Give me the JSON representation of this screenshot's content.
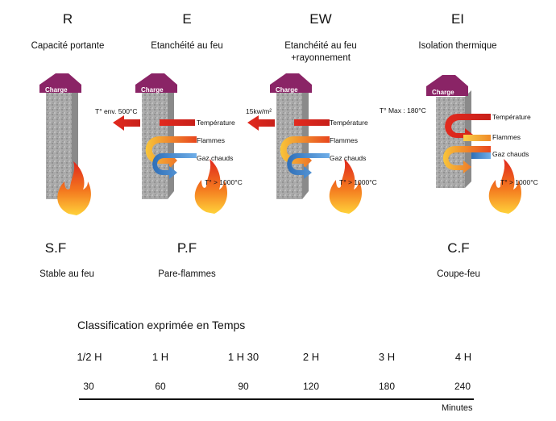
{
  "columns": [
    {
      "code": "R",
      "subtitle": "Capacité portante"
    },
    {
      "code": "E",
      "subtitle": "Etanchéité au feu"
    },
    {
      "code": "EW",
      "subtitle": "Etanchéité au feu",
      "subtitle2": "+rayonnement"
    },
    {
      "code": "EI",
      "subtitle": "Isolation thermique"
    }
  ],
  "diagram": {
    "charge": "Charge",
    "e_temp_note": "T° env. 500°C",
    "ew_note": "15kw/m²",
    "ei_note": "T° Max : 180°C",
    "temperature": "Température",
    "flammes": "Flammes",
    "gaz": "Gaz chauds",
    "fire_temp": "T° > 1000°C"
  },
  "legacy": [
    {
      "code": "S.F",
      "label": "Stable au feu"
    },
    {
      "code": "P.F",
      "label": "Pare-flammes"
    },
    {
      "code": "C.F",
      "label": "Coupe-feu"
    }
  ],
  "timeline": {
    "title": "Classification exprimée en Temps",
    "hours": [
      "1/2 H",
      "1 H",
      "1 H 30",
      "2 H",
      "3 H",
      "4 H"
    ],
    "minutes": [
      "30",
      "60",
      "90",
      "120",
      "180",
      "240"
    ],
    "unit": "Minutes"
  },
  "colors": {
    "wall": "#9a9a9a",
    "charge": "#8a2466",
    "arrow_red": "#d8281e",
    "arrow_orange": "#f5a020",
    "arrow_blue": "#4f8fd0"
  }
}
